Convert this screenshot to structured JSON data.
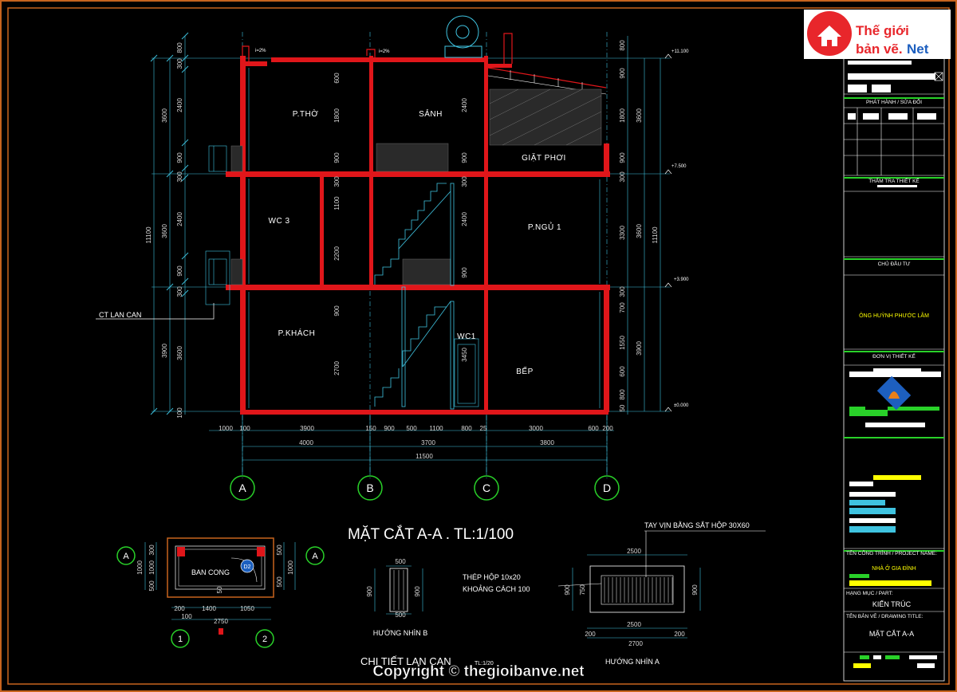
{
  "logo": {
    "line1": "Thế giới",
    "line2": "bản vẽ.",
    "line3": "Net"
  },
  "section_title": "MẶT CẮT A-A . TL:1/100",
  "rooms": {
    "tho": "P.THỜ",
    "sanh": "SẢNH",
    "giat": "GIẶT PHƠI",
    "wc3": "WC 3",
    "ngu1": "P.NGỦ 1",
    "khach": "P.KHÁCH",
    "wc1": "WC1",
    "bep": "BẾP"
  },
  "slopes": {
    "s1": "i=2%",
    "s2": "i=2%"
  },
  "levels": {
    "top": "+11.100",
    "third": "+7.500",
    "second": "+3.900",
    "ground": "±0.000"
  },
  "left_dims": {
    "d1": "800",
    "d2": "300",
    "d3": "2400",
    "d4": "900",
    "d5": "300",
    "d6": "2400",
    "d7": "900",
    "d8": "300",
    "d9": "3600",
    "d10": "3600",
    "d11": "3600",
    "d12": "3900",
    "total": "11100",
    "d13": "100",
    "d14": "300"
  },
  "inner_dims": {
    "a1": "600",
    "a2": "1800",
    "a3": "900",
    "a4": "300",
    "a5": "1100",
    "a6": "2200",
    "a7": "900",
    "a8": "2700",
    "b1": "2400",
    "b2": "900",
    "b3": "300",
    "b4": "2400",
    "b5": "900",
    "b6": "3450"
  },
  "right_dims": {
    "r1": "800",
    "r2": "900",
    "r3": "1800",
    "r4": "900",
    "r5": "300",
    "r6": "3300",
    "r7": "300",
    "r8": "700",
    "r9": "1550",
    "r10": "600",
    "r11": "800",
    "r12": "50",
    "s1": "3600",
    "s2": "3600",
    "s3": "3900",
    "total": "11100"
  },
  "bottom_dims": {
    "c1": "1000",
    "c2": "100",
    "c3": "3900",
    "c4": "150",
    "c5": "900",
    "c6": "500",
    "c7": "1100",
    "c8": "800",
    "c9": "25",
    "c10": "3000",
    "c11": "600",
    "c12": "200",
    "m1": "4000",
    "m2": "3700",
    "m3": "3800",
    "total": "11500"
  },
  "axes": {
    "a": "A",
    "b": "B",
    "c": "C",
    "d": "D"
  },
  "callout": "CT LAN CAN",
  "balcony": {
    "label": "BAN CONG",
    "tag": "D2",
    "axis_a": "A",
    "axis_1": "1",
    "axis_2": "2",
    "d_top": "300",
    "d_mid": "1000",
    "d_bot": "500",
    "d_r1": "500",
    "d_r2": "1000",
    "d_r3": "500",
    "d_b1": "200",
    "d_b2": "1400",
    "d_b3": "1050",
    "d_b4": "100",
    "d_total": "2750",
    "d_sm": "50"
  },
  "detail_b": {
    "w": "500",
    "h1": "900",
    "h2": "900",
    "w2": "500",
    "caption": "HƯỚNG NHÌN B"
  },
  "detail_a": {
    "note1": "TAY VỊN BẰNG SẮT HỘP 30X60",
    "note2": "THÉP HỘP 10x20",
    "note3": "KHOẢNG CÁCH 100",
    "w1": "2500",
    "w2": "2500",
    "w3": "2700",
    "s1": "200",
    "s2": "200",
    "h1": "900",
    "h2": "750",
    "h3": "900",
    "caption": "HƯỚNG NHÌN A"
  },
  "detail_title": "CHI TIẾT LAN CAN",
  "detail_scale": "TL:1/20",
  "copyright": "Copyright © thegioibanve.net",
  "title_block": {
    "revision": "PHÁT HÀNH / SỬA ĐỔI",
    "check": "THẨM TRA THIẾT KẾ",
    "owner_h": "CHỦ ĐẦU TƯ",
    "owner": "ÔNG HUỲNH PHƯỚC LÂM",
    "designer": "ĐƠN VỊ THIẾT KẾ",
    "project_h": "TÊN CÔNG TRÌNH / PROJECT NAME:",
    "project": "NHÀ Ở GIA ĐÌNH",
    "part_h": "HẠNG MỤC / PART:",
    "part": "KIẾN TRÚC",
    "drawing_h": "TÊN BẢN VẼ / DRAWING TITLE:",
    "drawing": "MẶT CẮT A-A"
  },
  "colors": {
    "frame": "#c8641e",
    "wall": "#e0161a",
    "line": "#ffffff",
    "dim": "#3fc3e0",
    "text": "#ffff00",
    "axis": "#29d129"
  }
}
